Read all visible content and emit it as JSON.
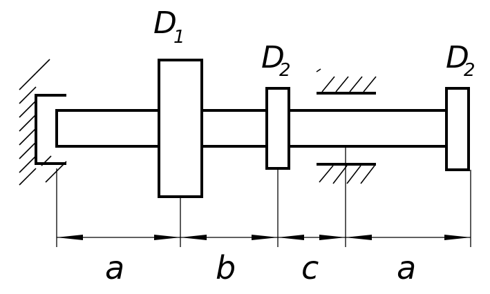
{
  "labels": {
    "disk_large": "D",
    "disk_large_sub": "1",
    "disk_small_mid": "D",
    "disk_small_mid_sub": "2",
    "disk_small_end": "D",
    "disk_small_end_sub": "2"
  },
  "dimensions": {
    "segment_1": "a",
    "segment_2": "b",
    "segment_3": "c",
    "segment_4": "a"
  }
}
